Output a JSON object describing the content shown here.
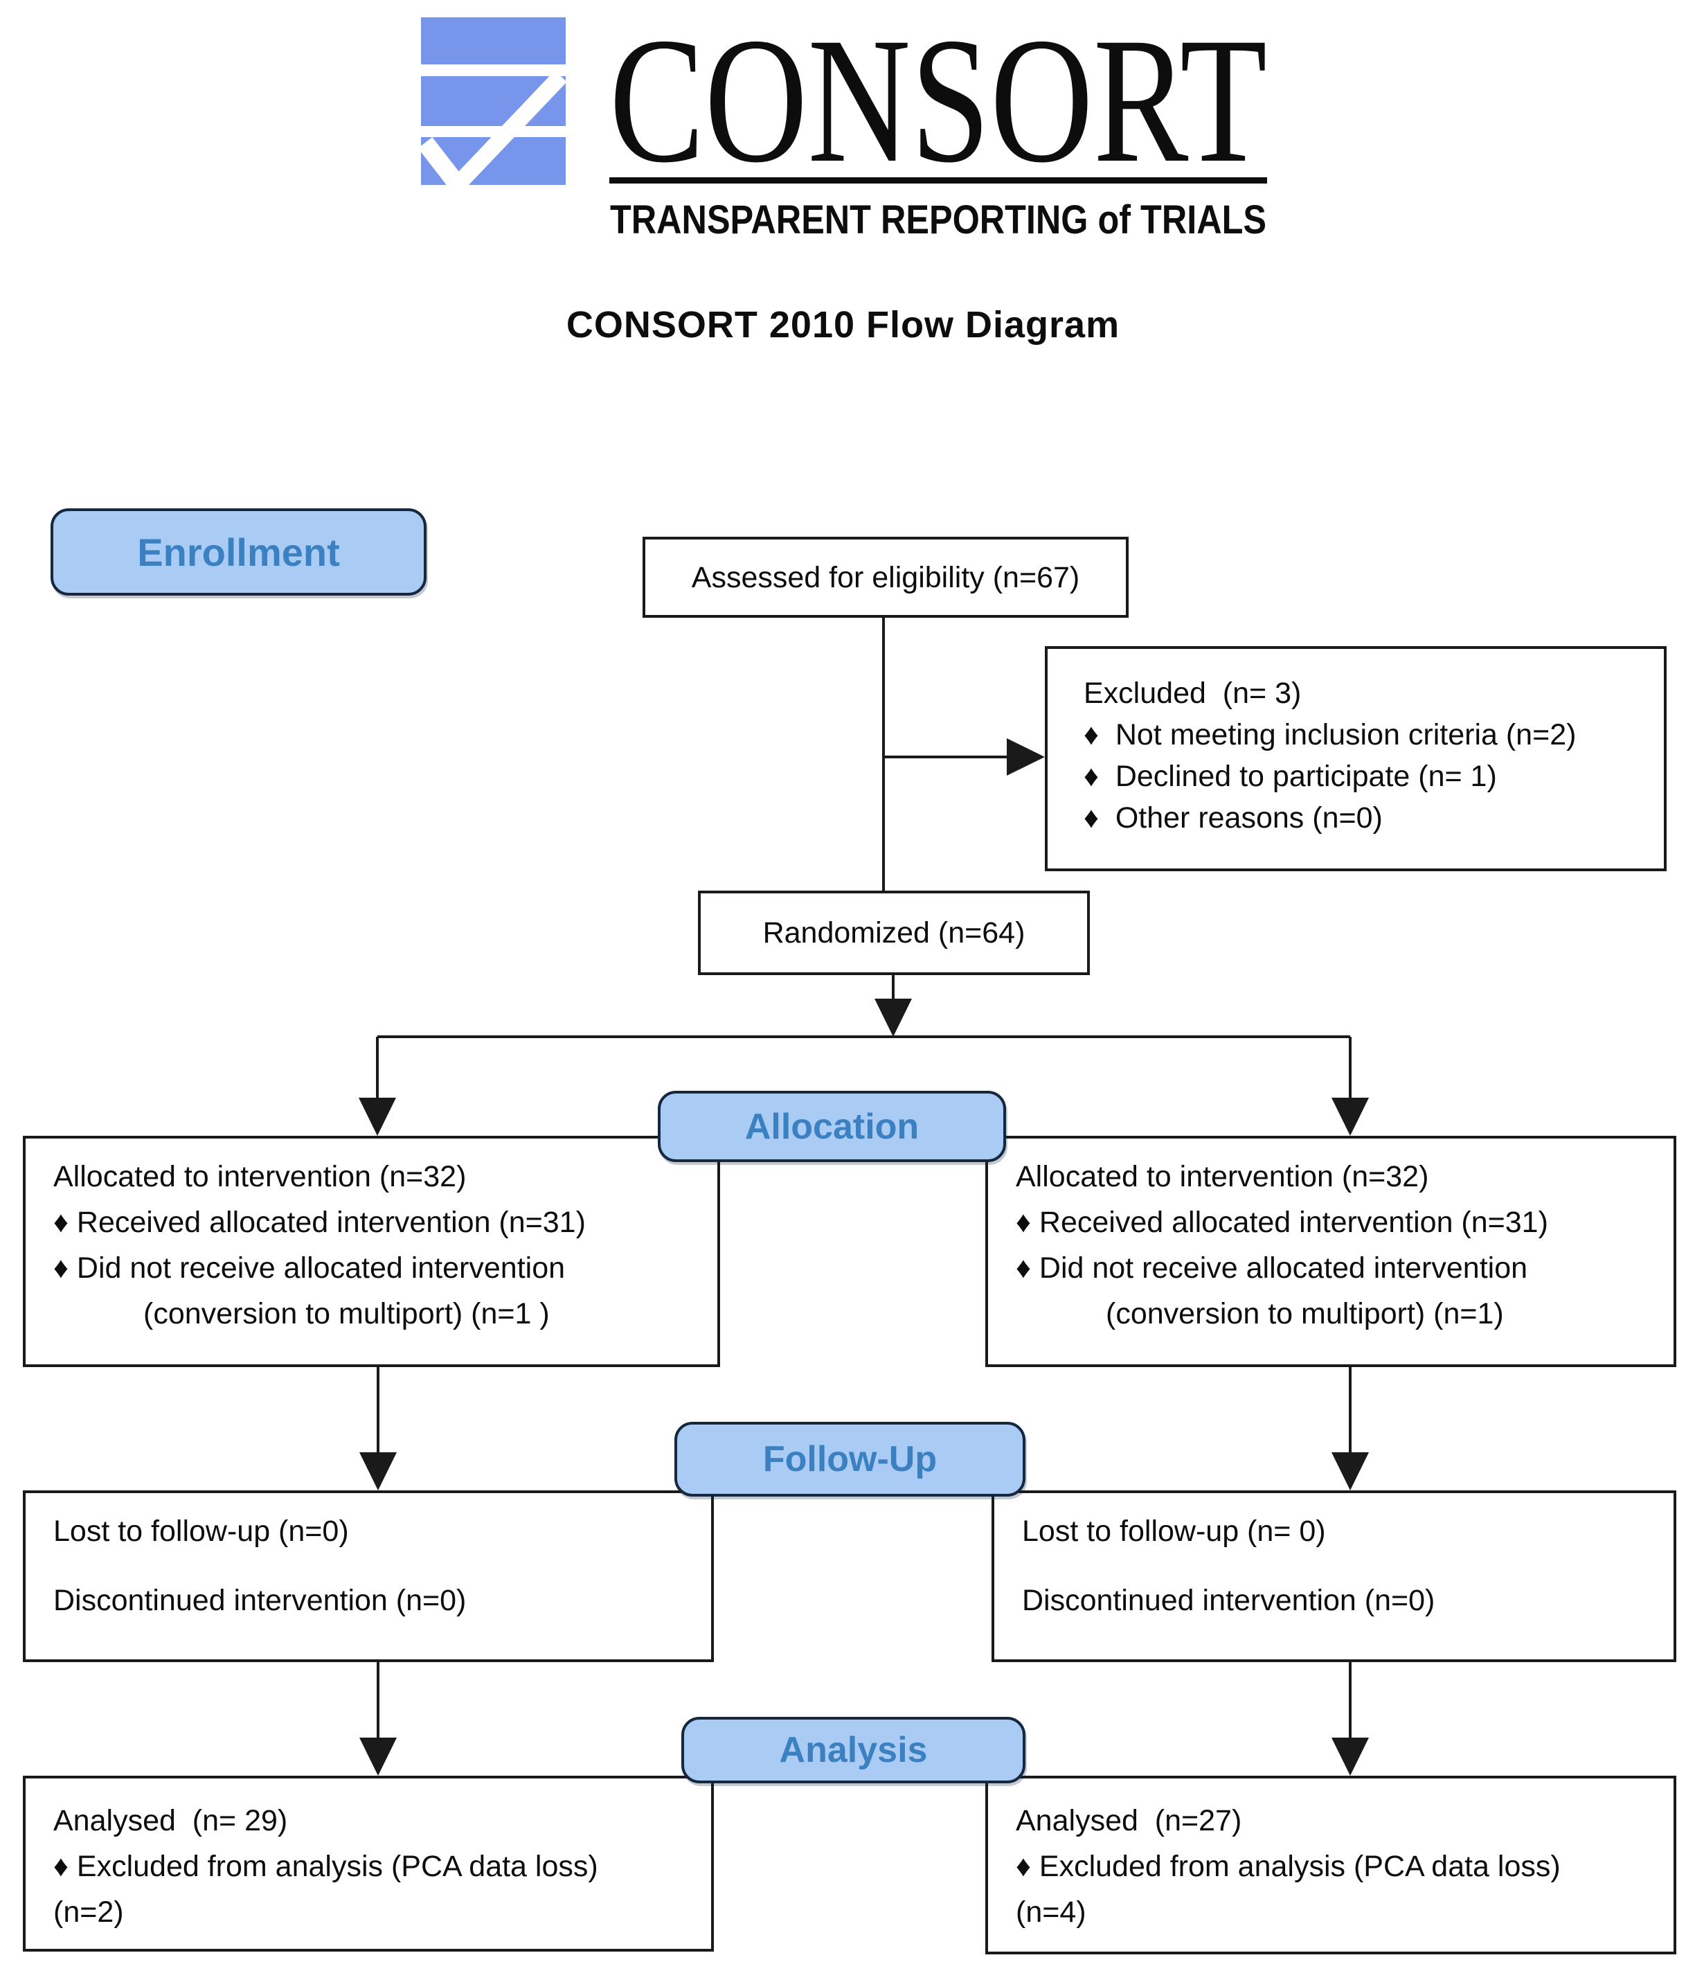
{
  "logo": {
    "wordmark": "CONSORT",
    "subtitle": "TRANSPARENT REPORTING of TRIALS",
    "mark_color": "#7795eb"
  },
  "title": "CONSORT 2010 Flow Diagram",
  "stages": {
    "enrollment": "Enrollment",
    "allocation": "Allocation",
    "followup": "Follow-Up",
    "analysis": "Analysis"
  },
  "boxes": {
    "assessed": {
      "lines": [
        "Assessed for eligibility (n=67)"
      ]
    },
    "excluded": {
      "lines": [
        "Excluded  (n= 3)",
        "♦  Not meeting inclusion criteria (n=2)",
        "♦  Declined to participate (n= 1)",
        "♦  Other reasons (n=0)"
      ]
    },
    "randomized": {
      "lines": [
        "Randomized (n=64)"
      ]
    },
    "allocation_left": {
      "lines": [
        "Allocated to intervention (n=32)",
        "♦ Received allocated intervention (n=31)",
        "♦ Did not receive allocated intervention",
        "(conversion to multiport) (n=1 )"
      ]
    },
    "allocation_right": {
      "lines": [
        "Allocated to intervention (n=32)",
        "♦ Received allocated intervention (n=31)",
        "♦ Did not receive allocated intervention",
        "(conversion to multiport) (n=1)"
      ]
    },
    "followup_left": {
      "lines": [
        "Lost to follow-up (n=0)",
        "Discontinued intervention (n=0)"
      ]
    },
    "followup_right": {
      "lines": [
        "Lost to follow-up (n= 0)",
        "Discontinued intervention (n=0)"
      ]
    },
    "analysis_left": {
      "lines": [
        "Analysed  (n= 29)",
        "♦ Excluded from analysis (PCA data loss)",
        "(n=2)"
      ]
    },
    "analysis_right": {
      "lines": [
        "Analysed  (n=27)",
        "♦ Excluded from analysis (PCA data loss)",
        "(n=4)"
      ]
    }
  },
  "colors": {
    "stage_fill": "#a9cbf4",
    "stage_text": "#3b80c0",
    "logo_blue": "#7795eb",
    "line": "#1a1a1a"
  }
}
